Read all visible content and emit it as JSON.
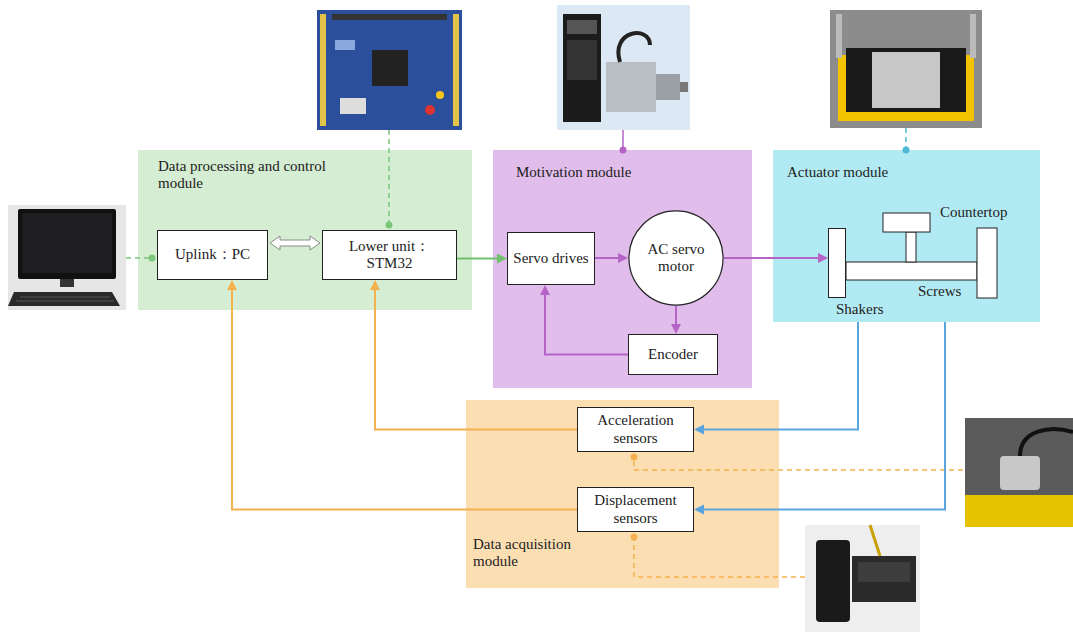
{
  "diagram": {
    "nodes": [
      {
        "text": [
          "Data processing and control module"
        ]
      },
      {
        "text": [
          "Uplink：PC"
        ],
        "in": 0
      },
      {
        "text": [
          "Lower unit： STM32"
        ],
        "in": 0
      },
      {
        "text": [
          "Motivation module"
        ]
      },
      {
        "text": [
          "Servo drives"
        ],
        "in": 3
      },
      {
        "text": [
          "AC servo motor"
        ],
        "in": 3
      },
      {
        "text": [
          "Encoder"
        ],
        "in": 3
      },
      {
        "text": [
          "Actuator module"
        ]
      },
      {
        "text": [
          "Shakers"
        ],
        "in": 7
      },
      {
        "text": [
          "Data acquisition module"
        ]
      },
      {
        "text": [
          "Acceleration sensors"
        ],
        "in": 9
      },
      {
        "text": [
          "Displacement sensors"
        ],
        "in": 9
      }
    ],
    "edges": [
      {
        "from": 1,
        "to": 2,
        "arrow": "both"
      },
      {
        "from": 2,
        "to": 4,
        "arrow": "to"
      },
      {
        "from": 4,
        "to": 5,
        "arrow": "to"
      },
      {
        "from": 5,
        "to": 6,
        "arrow": "to"
      },
      {
        "from": 6,
        "to": 4,
        "arrow": "to"
      },
      {
        "from": 5,
        "to": 8,
        "arrow": "to"
      },
      {
        "from": 7,
        "to": 10,
        "arrow": "to"
      },
      {
        "from": 7,
        "to": 11,
        "arrow": "to"
      },
      {
        "from": 10,
        "to": 2,
        "arrow": "to"
      },
      {
        "from": 11,
        "to": 1,
        "arrow": "to"
      }
    ],
    "labels": [
      "Countertop",
      "Screws"
    ]
  }
}
